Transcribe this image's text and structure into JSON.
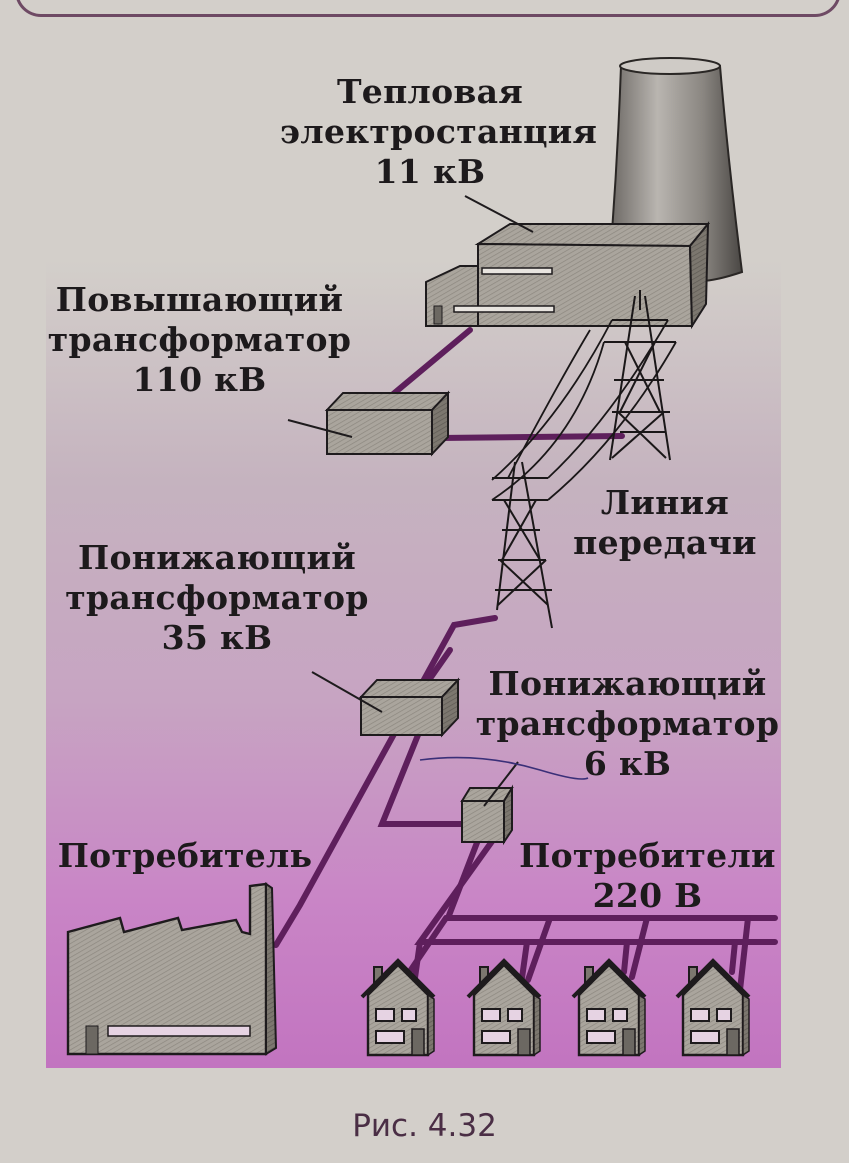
{
  "figure": {
    "caption": "Рис. 4.32",
    "colors": {
      "line_purple": "#5e1f5c",
      "panel_pink": "#c985c6",
      "paper": "#d3cfca",
      "building_gray": "#a9a49c",
      "outline": "#1e1b1d"
    }
  },
  "labels": {
    "power_station": {
      "line1": "Тепловая",
      "line2": "электростанция",
      "line3": "11 кВ"
    },
    "step_up_transformer": {
      "line1": "Повышающий",
      "line2": "трансформатор",
      "line3": "110 кВ"
    },
    "transmission_line": {
      "line1": "Линия",
      "line2": "передачи"
    },
    "step_down_transformer_35": {
      "line1": "Понижающий",
      "line2": "трансформатор",
      "line3": "35 кВ"
    },
    "step_down_transformer_6": {
      "line1": "Понижающий",
      "line2": "трансформатор",
      "line3": "6 кВ"
    },
    "consumer_factory": {
      "line1": "Потребитель"
    },
    "consumers_houses": {
      "line1": "Потребители",
      "line2": "220 В"
    }
  },
  "houses": [
    {
      "name": "house-1"
    },
    {
      "name": "house-2"
    },
    {
      "name": "house-3"
    },
    {
      "name": "house-4"
    }
  ]
}
